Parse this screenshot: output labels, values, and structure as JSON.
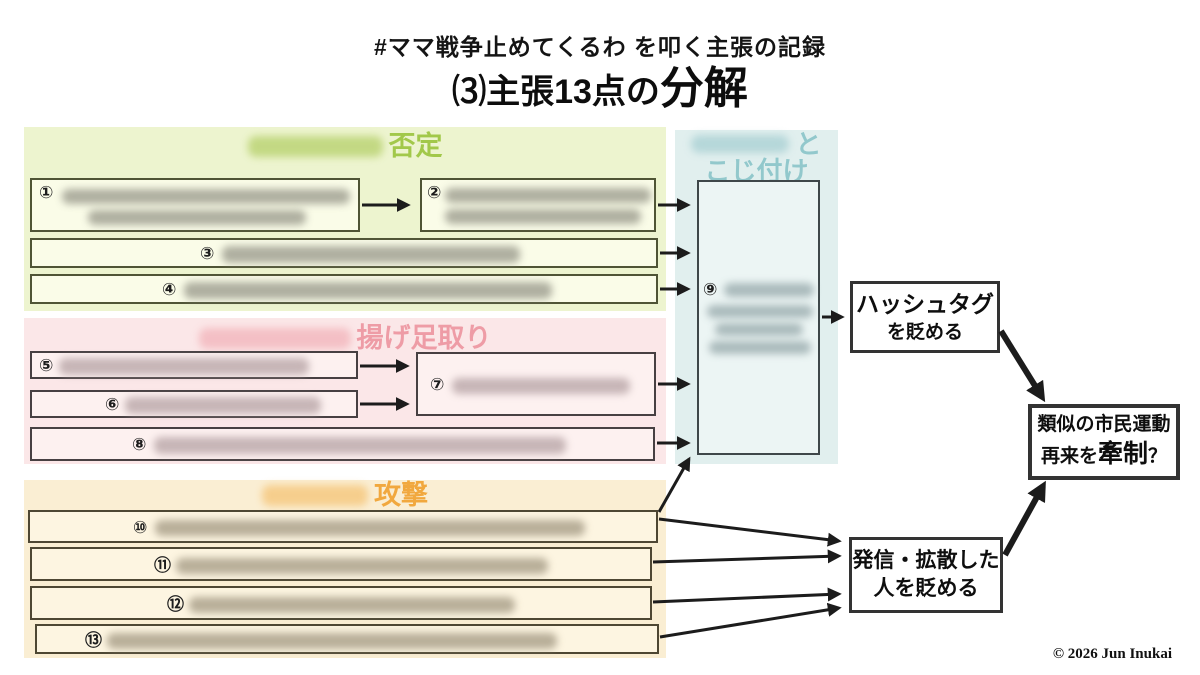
{
  "title": {
    "line1": "#ママ戦争止めてくるわ を叩く主張の記録",
    "line2_prefix": "⑶主張13点の",
    "line2_emphasis": "分解"
  },
  "groups": {
    "negation": {
      "label": "否定",
      "label_color": "#a2c84a",
      "bg": "#edf4cf",
      "header_redacted": true
    },
    "nitpick": {
      "label": "揚げ足取り",
      "label_color": "#ee9ca6",
      "bg": "#fbe7e8",
      "header_redacted": true
    },
    "forced_link": {
      "label_line1": "と",
      "label_line2": "こじ付け",
      "label_color": "#92c8cc",
      "bg": "#e1efee",
      "header_redacted": true
    },
    "attack": {
      "label": "攻撃",
      "label_color": "#f1a83e",
      "bg": "#faeed3",
      "header_redacted": true
    }
  },
  "claims": [
    "①",
    "②",
    "③",
    "④",
    "⑤",
    "⑥",
    "⑦",
    "⑧",
    "⑨",
    "⑩",
    "⑪",
    "⑫",
    "⑬"
  ],
  "claims_redacted": true,
  "outcomes": {
    "hashtag": {
      "line1": "ハッシュタグ",
      "line2": "を貶める"
    },
    "people": {
      "line1": "発信・拡散した",
      "line2": "人を貶める"
    },
    "deterrence": {
      "line1": "類似の市民運動",
      "line2_prefix": "再来を",
      "line2_emphasis": "牽制",
      "line2_suffix": "？"
    }
  },
  "copyright": "© 2026 Jun Inukai"
}
